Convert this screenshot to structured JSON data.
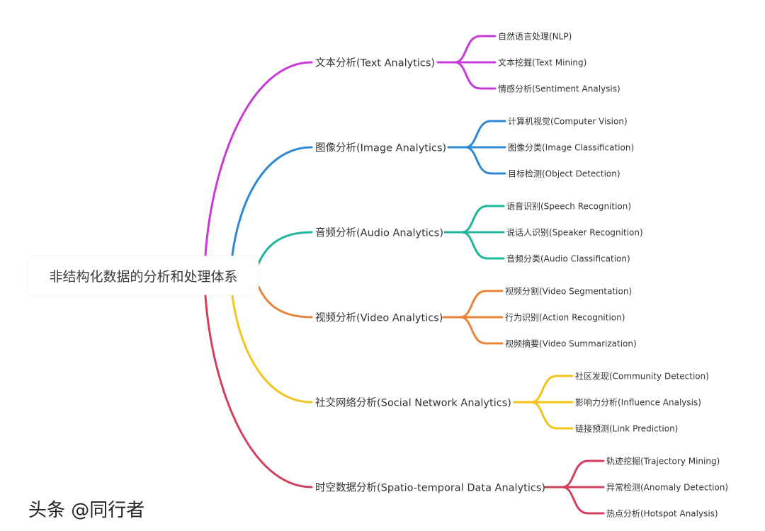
{
  "root": {
    "label": "非结构化数据的分析和处理体系"
  },
  "branches": [
    {
      "label": "文本分析(Text Analytics)",
      "color": "#c63ad6",
      "leaves": [
        "自然语言处理(NLP)",
        "文本挖掘(Text Mining)",
        "情感分析(Sentiment Analysis)"
      ]
    },
    {
      "label": "图像分析(Image Analytics)",
      "color": "#2f88d2",
      "leaves": [
        "计算机视觉(Computer Vision)",
        "图像分类(Image Classification)",
        "目标检测(Object Detection)"
      ]
    },
    {
      "label": "音频分析(Audio Analytics)",
      "color": "#1db59b",
      "leaves": [
        "语音识别(Speech Recognition)",
        "说话人识别(Speaker Recognition)",
        "音频分类(Audio Classification)"
      ]
    },
    {
      "label": "视频分析(Video Analytics)",
      "color": "#e8833a",
      "leaves": [
        "视频分割(Video Segmentation)",
        "行为识别(Action Recognition)",
        "视频摘要(Video Summarization)"
      ]
    },
    {
      "label": "社交网络分析(Social Network Analytics)",
      "color": "#f2c41c",
      "leaves": [
        "社区发现(Community Detection)",
        "影响力分析(Influence Analysis)",
        "链接预测(Link Prediction)"
      ]
    },
    {
      "label": "时空数据分析(Spatio-temporal Data Analytics)",
      "color": "#d0415f",
      "leaves": [
        "轨迹挖掘(Trajectory Mining)",
        "异常检测(Anomaly Detection)",
        "热点分析(Hotspot Analysis)"
      ]
    }
  ],
  "watermark": "头条 @同行者"
}
